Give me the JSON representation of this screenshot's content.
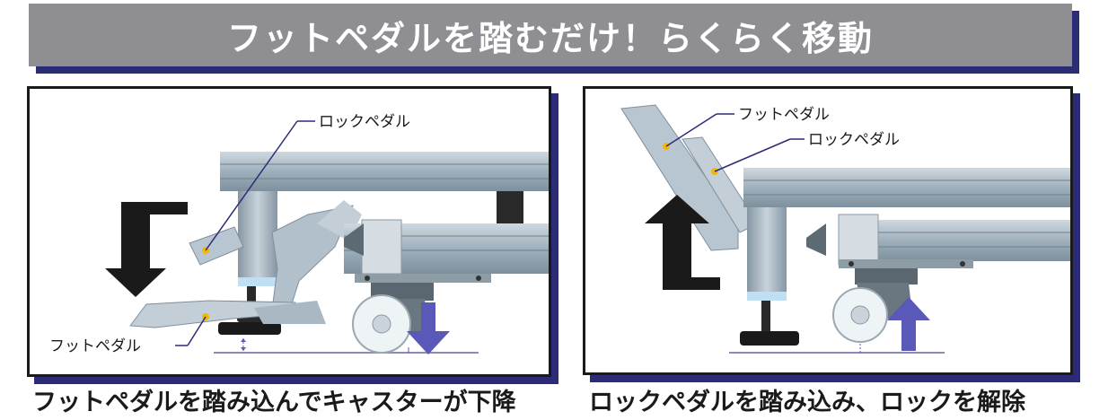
{
  "banner": {
    "title": "フットペダルを踏むだけ！らくらく移動"
  },
  "left_panel": {
    "lock_pedal_label": "ロックペダル",
    "foot_pedal_label": "フットペダル",
    "caption": "フットペダルを踏み込んでキャスターが下降"
  },
  "right_panel": {
    "foot_pedal_label": "フットペダル",
    "lock_pedal_label": "ロックペダル",
    "caption": "ロックペダルを踏み込み、ロックを解除"
  },
  "colors": {
    "banner_bg": "#8e8e93",
    "accent_navy": "#2c2b78",
    "frame_aluminum": "#a9b7c3",
    "arrow_black": "#1a1a1a",
    "arrow_blue": "#5a58b8",
    "callout_dot": "#f2b705"
  },
  "icons": [
    "down-arrow-icon",
    "up-arrow-icon",
    "turn-down-arrow-icon",
    "turn-up-arrow-icon"
  ]
}
